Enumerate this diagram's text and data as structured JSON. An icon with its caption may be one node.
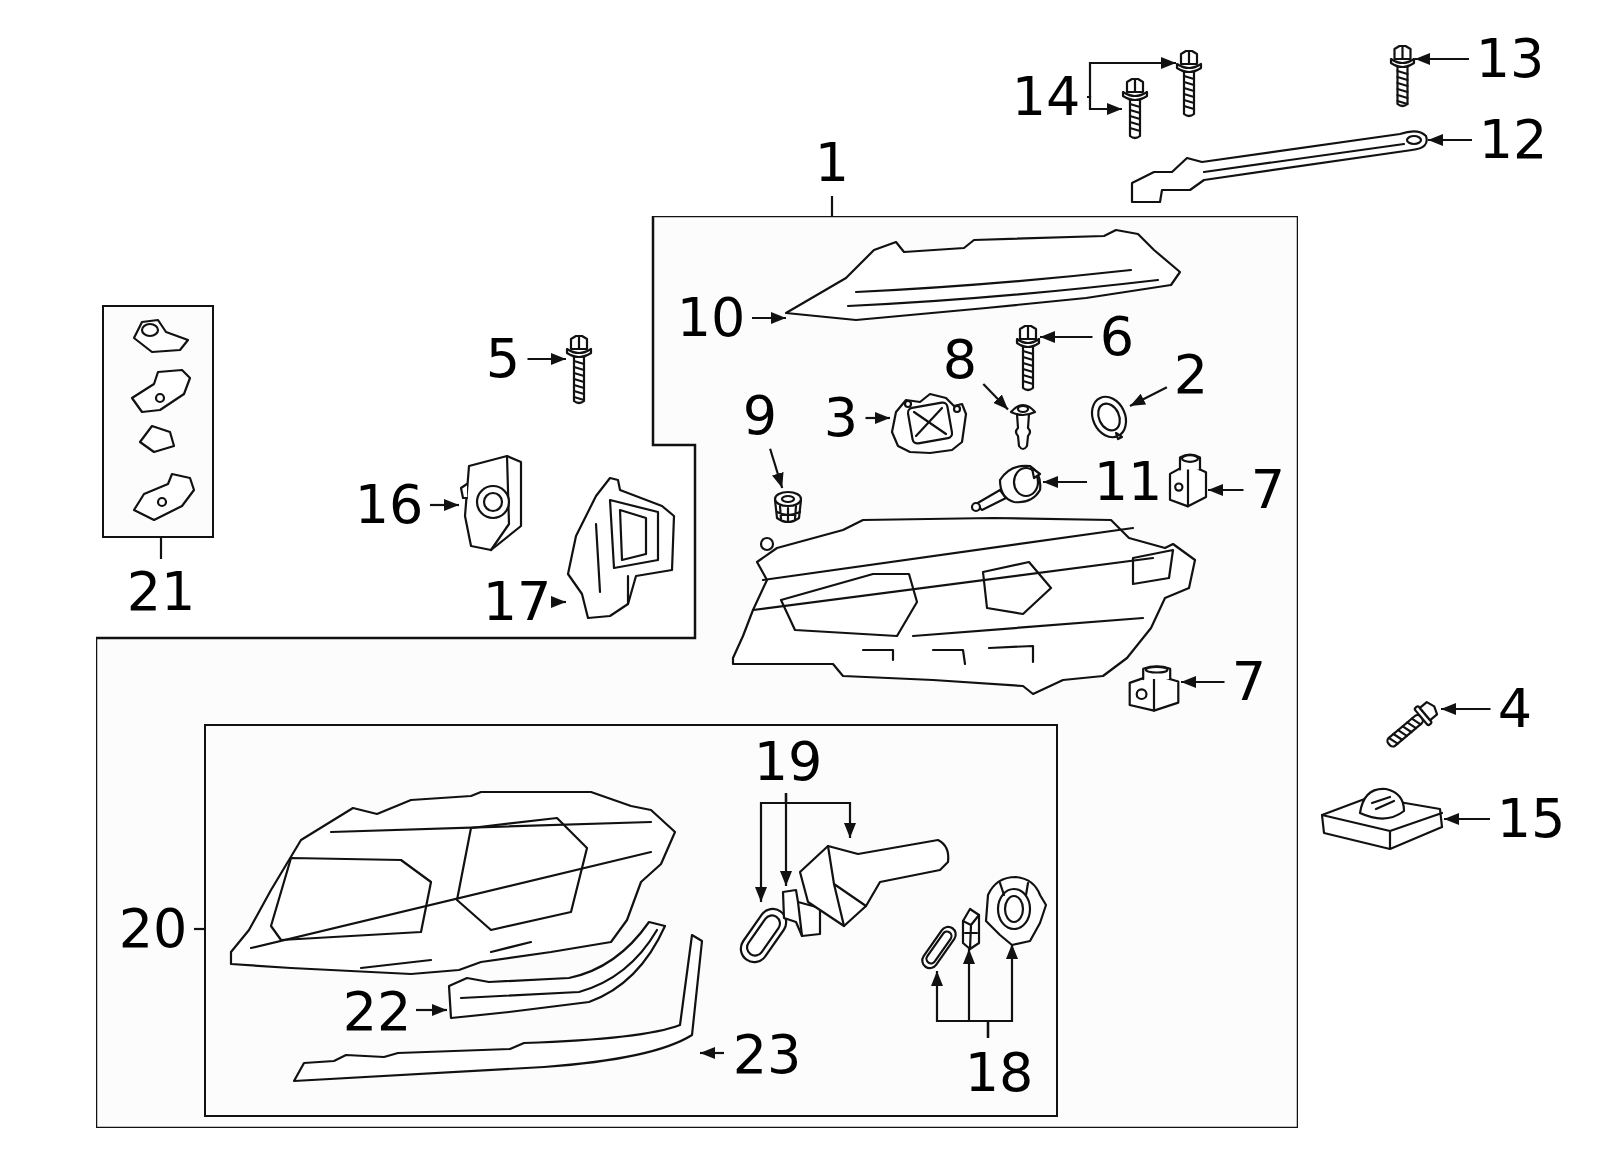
{
  "diagram": {
    "nodes": [
      {
        "text": [
          "14"
        ]
      },
      {
        "text": [],
        "shape": "picture"
      },
      {
        "text": [],
        "shape": "picture"
      },
      {
        "text": [
          "13"
        ]
      },
      {
        "text": [],
        "shape": "picture"
      },
      {
        "text": [
          "12"
        ]
      },
      {
        "text": [],
        "shape": "picture"
      },
      {
        "text": [
          "1"
        ]
      },
      {
        "text": [],
        "shape": "box"
      },
      {
        "text": [
          "10"
        ],
        "in": 8
      },
      {
        "text": [],
        "shape": "picture",
        "in": 8
      },
      {
        "text": [
          "6"
        ],
        "in": 8
      },
      {
        "text": [],
        "shape": "picture",
        "in": 8
      },
      {
        "text": [
          "5"
        ]
      },
      {
        "text": [],
        "shape": "picture"
      },
      {
        "text": [
          "8"
        ],
        "in": 8
      },
      {
        "text": [],
        "shape": "picture",
        "in": 8
      },
      {
        "text": [
          "2"
        ],
        "in": 8
      },
      {
        "text": [],
        "shape": "picture",
        "in": 8
      },
      {
        "text": [
          "9"
        ],
        "in": 8
      },
      {
        "text": [],
        "shape": "picture",
        "in": 8
      },
      {
        "text": [
          "3"
        ],
        "in": 8
      },
      {
        "text": [],
        "shape": "picture",
        "in": 8
      },
      {
        "text": [
          "11"
        ],
        "in": 8
      },
      {
        "text": [],
        "shape": "picture",
        "in": 8
      },
      {
        "text": [
          "7"
        ],
        "in": 8
      },
      {
        "text": [],
        "shape": "picture",
        "in": 8
      },
      {
        "text": [
          "16"
        ]
      },
      {
        "text": [],
        "shape": "picture"
      },
      {
        "text": [
          "17"
        ]
      },
      {
        "text": [],
        "shape": "picture"
      },
      {
        "text": [],
        "shape": "box"
      },
      {
        "text": [
          "21"
        ]
      },
      {
        "text": [
          "7"
        ],
        "in": 8
      },
      {
        "text": [],
        "shape": "picture",
        "in": 8
      },
      {
        "text": [
          "4"
        ]
      },
      {
        "text": [],
        "shape": "picture"
      },
      {
        "text": [
          "15"
        ]
      },
      {
        "text": [],
        "shape": "picture"
      },
      {
        "text": [],
        "shape": "box",
        "in": 8
      },
      {
        "text": [
          "19"
        ],
        "in": 39
      },
      {
        "text": [],
        "shape": "picture",
        "in": 39
      },
      {
        "text": [],
        "shape": "picture",
        "in": 39
      },
      {
        "text": [],
        "shape": "picture",
        "in": 39
      },
      {
        "text": [
          "20"
        ],
        "in": 8
      },
      {
        "text": [
          "22"
        ],
        "in": 39
      },
      {
        "text": [],
        "shape": "picture",
        "in": 39
      },
      {
        "text": [
          "23"
        ],
        "in": 39
      },
      {
        "text": [],
        "shape": "picture",
        "in": 39
      },
      {
        "text": [
          "18"
        ],
        "in": 39
      },
      {
        "text": [],
        "shape": "picture",
        "in": 39
      },
      {
        "text": [],
        "shape": "picture",
        "in": 39
      },
      {
        "text": [],
        "shape": "picture",
        "in": 39
      }
    ],
    "edges": [
      {
        "from": 0,
        "to": 1,
        "arrow": "to"
      },
      {
        "from": 0,
        "to": 2,
        "arrow": "to"
      },
      {
        "from": 3,
        "to": 4,
        "arrow": "to"
      },
      {
        "from": 5,
        "to": 6,
        "arrow": "to"
      },
      {
        "from": 7,
        "to": 8,
        "arrow": "none"
      },
      {
        "from": 9,
        "to": 10,
        "arrow": "to"
      },
      {
        "from": 11,
        "to": 12,
        "arrow": "to"
      },
      {
        "from": 13,
        "to": 14,
        "arrow": "to"
      },
      {
        "from": 15,
        "to": 16,
        "arrow": "to"
      },
      {
        "from": 17,
        "to": 18,
        "arrow": "to"
      },
      {
        "from": 19,
        "to": 20,
        "arrow": "to"
      },
      {
        "from": 21,
        "to": 22,
        "arrow": "to"
      },
      {
        "from": 23,
        "to": 24,
        "arrow": "to"
      },
      {
        "from": 25,
        "to": 26,
        "arrow": "to"
      },
      {
        "from": 27,
        "to": 28,
        "arrow": "to"
      },
      {
        "from": 29,
        "to": 30,
        "arrow": "to"
      },
      {
        "from": 32,
        "to": 31,
        "arrow": "none"
      },
      {
        "from": 33,
        "to": 34,
        "arrow": "to"
      },
      {
        "from": 35,
        "to": 36,
        "arrow": "to"
      },
      {
        "from": 37,
        "to": 38,
        "arrow": "to"
      },
      {
        "from": 40,
        "to": 41,
        "arrow": "to"
      },
      {
        "from": 40,
        "to": 42,
        "arrow": "to"
      },
      {
        "from": 40,
        "to": 43,
        "arrow": "to"
      },
      {
        "from": 44,
        "to": 39,
        "arrow": "none"
      },
      {
        "from": 45,
        "to": 46,
        "arrow": "to"
      },
      {
        "from": 47,
        "to": 48,
        "arrow": "to"
      },
      {
        "from": 49,
        "to": 50,
        "arrow": "to"
      },
      {
        "from": 49,
        "to": 51,
        "arrow": "to"
      },
      {
        "from": 49,
        "to": 52,
        "arrow": "to"
      }
    ]
  }
}
